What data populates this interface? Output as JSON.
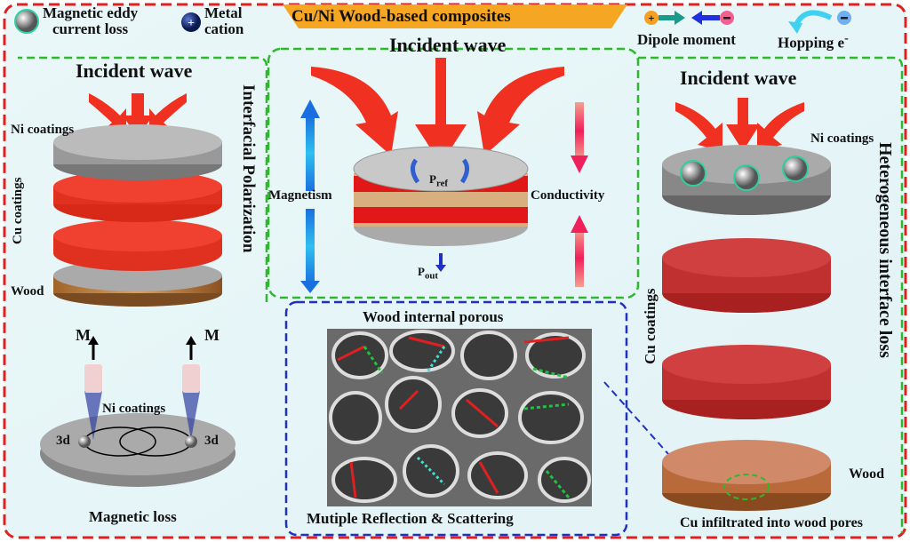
{
  "title": "Cu/Ni Wood-based composites",
  "legend": {
    "eddy": "Magnetic eddy current loss",
    "eddy_l1": "Magnetic eddy",
    "eddy_l2": "current loss",
    "cation_l1": "Metal",
    "cation_l2": "cation",
    "dipole": "Dipole moment",
    "hopping": "Hopping e",
    "hopping_sup": "-"
  },
  "left_panel": {
    "incident": "Incident wave",
    "ni": "Ni coatings",
    "cu": "Cu coatings",
    "wood": "Wood",
    "vertical": "Interfacial Polarization",
    "m1": "M",
    "m2": "M",
    "ni2": "Ni coatings",
    "d1": "3d",
    "d2": "3d",
    "caption": "Magnetic loss"
  },
  "center_panel": {
    "incident": "Incident wave",
    "magnetism": "Magnetism",
    "conductivity": "Conductivity",
    "pref": "P",
    "pref_sub": "ref",
    "pout": "P",
    "pout_sub": "out"
  },
  "porous_panel": {
    "title": "Wood internal porous",
    "caption": "Mutiple Reflection & Scattering"
  },
  "right_panel": {
    "incident": "Incident wave",
    "ni": "Ni coatings",
    "cu": "Cu coatings",
    "wood": "Wood",
    "vertical": "Heterogeneous interface loss",
    "caption": "Cu infiltrated into wood pores"
  },
  "colors": {
    "red_border": "#e02020",
    "green_border": "#2db82d",
    "blue_border": "#2030c0",
    "banner": "#f5a623",
    "bg": "#e6f5f7"
  }
}
